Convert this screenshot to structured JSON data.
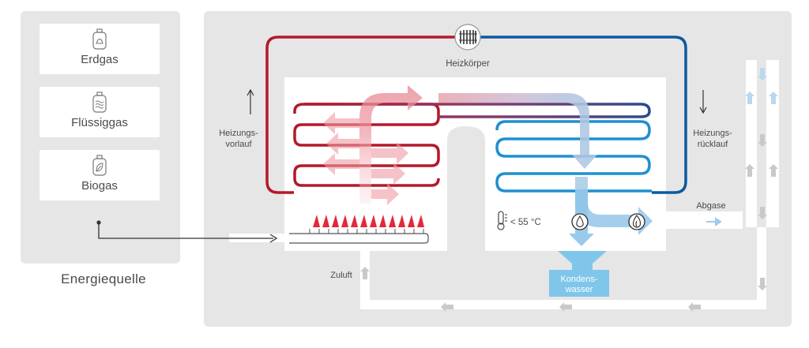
{
  "sources": {
    "caption": "Energiequelle",
    "items": [
      {
        "label": "Erdgas",
        "icon": "gas-bottle-flame-icon"
      },
      {
        "label": "Flüssiggas",
        "icon": "gas-bottle-waves-icon"
      },
      {
        "label": "Biogas",
        "icon": "gas-bottle-leaf-icon"
      }
    ]
  },
  "diagram": {
    "radiator_label": "Heizkörper",
    "supply_label_1": "Heizungs-",
    "supply_label_2": "vorlauf",
    "return_label_1": "Heizungs-",
    "return_label_2": "rücklauf",
    "exhaust_label": "Abgase",
    "intake_label": "Zuluft",
    "temperature_label": "< 55 °C",
    "condensate_label_1": "Kondens-",
    "condensate_label_2": "wasser"
  },
  "colors": {
    "supply_red": "#b5182a",
    "return_blue": "#0a5aa0",
    "coil_blue": "#1f8fd1",
    "condensate": "#7fc6ea",
    "flame": "#e3283a",
    "panel": "#e6e6e7",
    "arrow_light": "#b8d9ef"
  }
}
